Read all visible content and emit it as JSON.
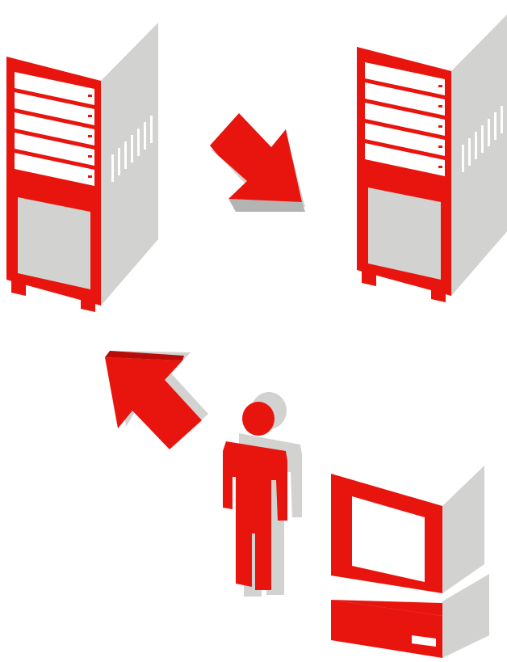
{
  "colors": {
    "accent_red": "#e8140e",
    "dark_red": "#b80c08",
    "side_gray": "#d2d2d0",
    "dark_gray": "#b4b4b2",
    "background": "#ffffff"
  },
  "diagram": {
    "elements": [
      {
        "name": "source-server",
        "icon": "server-tower-icon"
      },
      {
        "name": "target-server",
        "icon": "server-tower-icon"
      },
      {
        "name": "flow-arrow-source-to-target",
        "icon": "arrow-down-right-icon"
      },
      {
        "name": "flow-arrow-user-to-source",
        "icon": "arrow-up-left-icon"
      },
      {
        "name": "user-figure",
        "icon": "person-icon"
      },
      {
        "name": "client-terminal",
        "icon": "computer-terminal-icon"
      }
    ]
  }
}
